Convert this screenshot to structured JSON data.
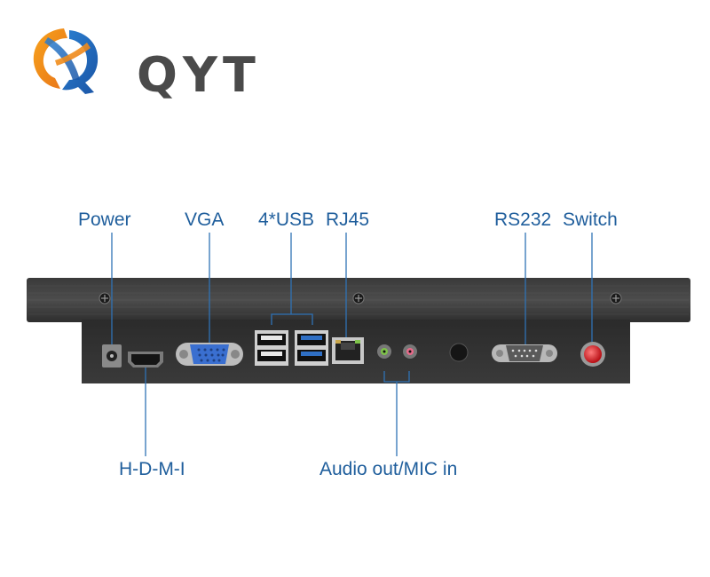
{
  "brand": {
    "name": "QYT"
  },
  "labels": {
    "power": "Power",
    "vga": "VGA",
    "usb": "4*USB",
    "rj45": "RJ45",
    "rs232": "RS232",
    "switch": "Switch",
    "hdmi": "H-D-M-I",
    "audio": "Audio out/MIC in"
  },
  "colors": {
    "label": "#1f5e9c",
    "leader_line": "#2f72b5",
    "usb_blue": "#2f6fc4",
    "vga_blue": "#3a6fd0",
    "switch_red": "#d8262b",
    "mic_pink": "#e86a8a",
    "audio_green": "#7ec24a"
  }
}
